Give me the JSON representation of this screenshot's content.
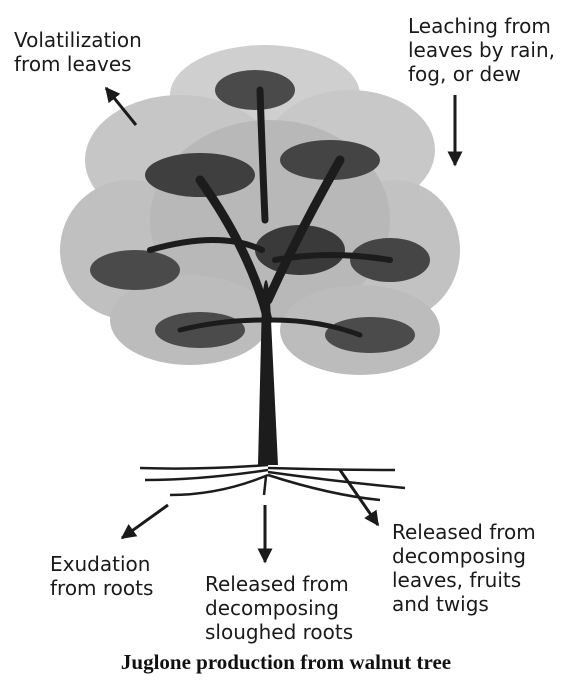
{
  "labels": {
    "volatilization": [
      "Volatilization",
      "from leaves"
    ],
    "leaching": [
      "Leaching from",
      "leaves by rain,",
      "fog, or dew"
    ],
    "exudation": [
      "Exudation",
      "from roots"
    ],
    "sloughed": [
      "Released from",
      "decomposing",
      "sloughed roots"
    ],
    "decomposing_leaves": [
      "Released from",
      "decomposing",
      "leaves, fruits",
      "and twigs"
    ]
  },
  "caption": "Juglone production from walnut tree",
  "colors": {
    "ink": "#1a1a1a",
    "foliage_light": "#bdbdbd",
    "foliage_dark": "#3a3a3a",
    "trunk": "#1c1c1c"
  },
  "icons": [
    "arrow-icon"
  ]
}
